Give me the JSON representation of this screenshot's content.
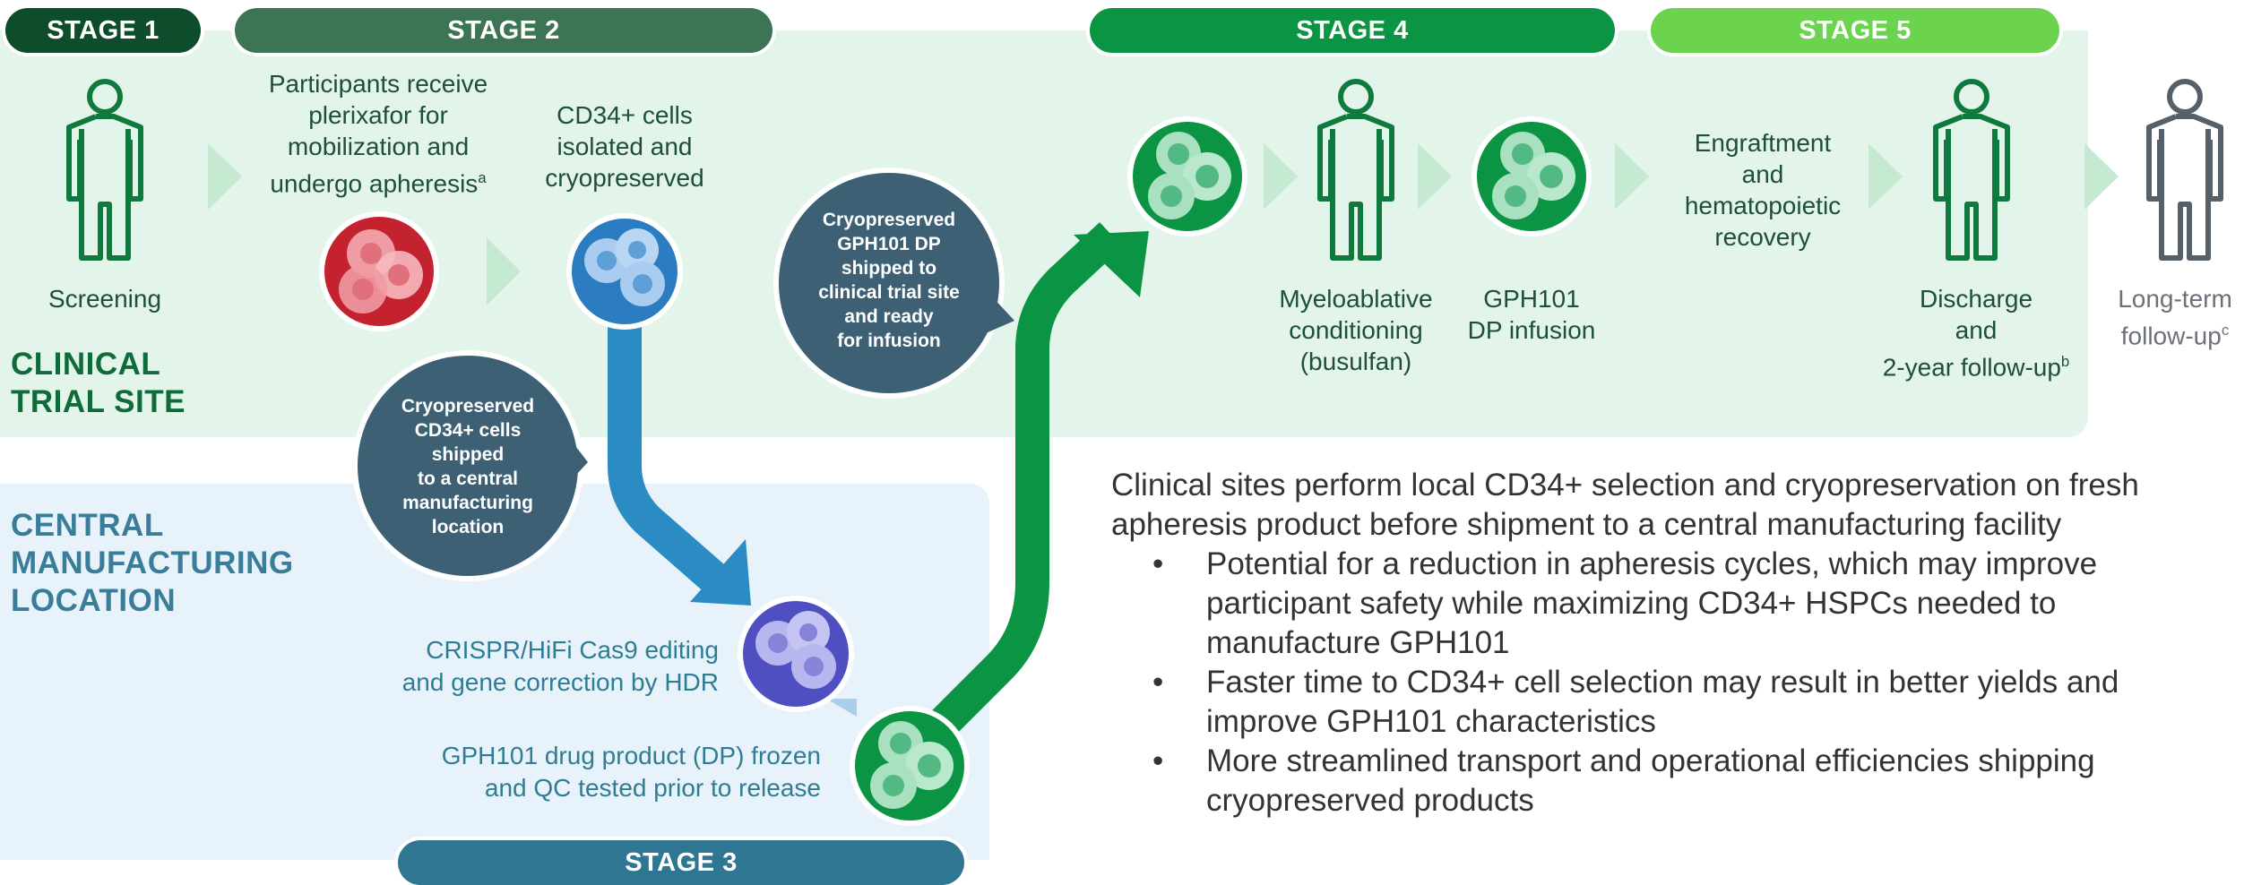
{
  "stages": {
    "stage1": "STAGE 1",
    "stage2": "STAGE 2",
    "stage3": "STAGE 3",
    "stage4": "STAGE 4",
    "stage5": "STAGE 5"
  },
  "regions": {
    "clinical_line1": "CLINICAL",
    "clinical_line2": "TRIAL SITE",
    "central_line1": "CENTRAL",
    "central_line2": "MANUFACTURING",
    "central_line3": "LOCATION"
  },
  "steps": {
    "screening": "Screening",
    "mobilization_l1": "Participants receive",
    "mobilization_l2": "plerixafor for",
    "mobilization_l3": "mobilization and",
    "mobilization_l4": "undergo apheresis",
    "mobilization_sup": "a",
    "cd34_l1": "CD34+ cells",
    "cd34_l2": "isolated and",
    "cd34_l3": "cryopreserved",
    "conditioning_l1": "Myeloablative",
    "conditioning_l2": "conditioning",
    "conditioning_l3": "(busulfan)",
    "infusion_l1": "GPH101",
    "infusion_l2": "DP infusion",
    "engraftment_l1": "Engraftment",
    "engraftment_l2": "and",
    "engraftment_l3": "hematopoietic",
    "engraftment_l4": "recovery",
    "discharge_l1": "Discharge",
    "discharge_l2": "and",
    "discharge_l3": "2-year follow-up",
    "discharge_sup": "b",
    "longterm_l1": "Long-term",
    "longterm_l2": "follow-up",
    "longterm_sup": "c",
    "editing_l1": "CRISPR/HiFi Cas9 editing",
    "editing_l2": "and gene correction by HDR",
    "drug_l1": "GPH101 drug product (DP) frozen",
    "drug_l2": "and QC tested prior to release"
  },
  "bubbles": {
    "shipped_central": [
      "Cryopreserved",
      "CD34+ cells",
      "shipped",
      "to a central",
      "manufacturing",
      "location"
    ],
    "shipped_clinical": [
      "Cryopreserved",
      "GPH101 DP",
      "shipped to",
      "clinical trial site",
      "and ready",
      "for infusion"
    ]
  },
  "summary": {
    "intro": "Clinical sites perform local CD34+ selection and cryopreservation on fresh apheresis product before shipment to a central manufacturing facility",
    "bullets": [
      "Potential for a reduction in apheresis cycles, which may improve participant safety while maximizing CD34+ HSPCs needed to manufacture GPH101",
      "Faster time to CD34+ cell selection may result in better yields and improve GPH101 characteristics",
      "More streamlined transport and operational efficiencies shipping cryopreserved products"
    ]
  },
  "colors": {
    "stage1": "#0e4d2c",
    "stage2": "#3c7454",
    "stage3": "#2e7691",
    "stage4": "#0a9444",
    "stage5": "#6bd34e",
    "clinical_band": "#e3f4ea",
    "central_band": "#e8f2fa",
    "bubble": "#3d6075",
    "person_green": "#0f7a3d",
    "person_grey": "#56606b"
  },
  "icons": [
    "person-icon",
    "cell-cluster-icon",
    "chevron-arrow-icon",
    "flow-arrow-icon"
  ]
}
